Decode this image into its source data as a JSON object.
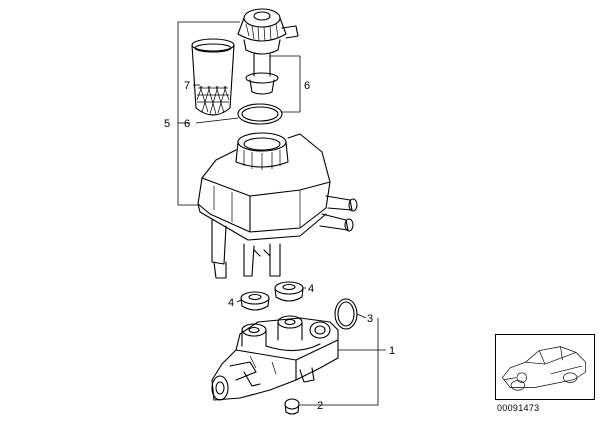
{
  "callouts": {
    "c1": "1",
    "c2": "2",
    "c3": "3",
    "c4a": "4",
    "c4b": "4",
    "c5": "5",
    "c6a": "6",
    "c6b": "6",
    "c7": "7"
  },
  "diagram_code": "00091473",
  "colors": {
    "line": "#000000",
    "background": "#ffffff"
  }
}
